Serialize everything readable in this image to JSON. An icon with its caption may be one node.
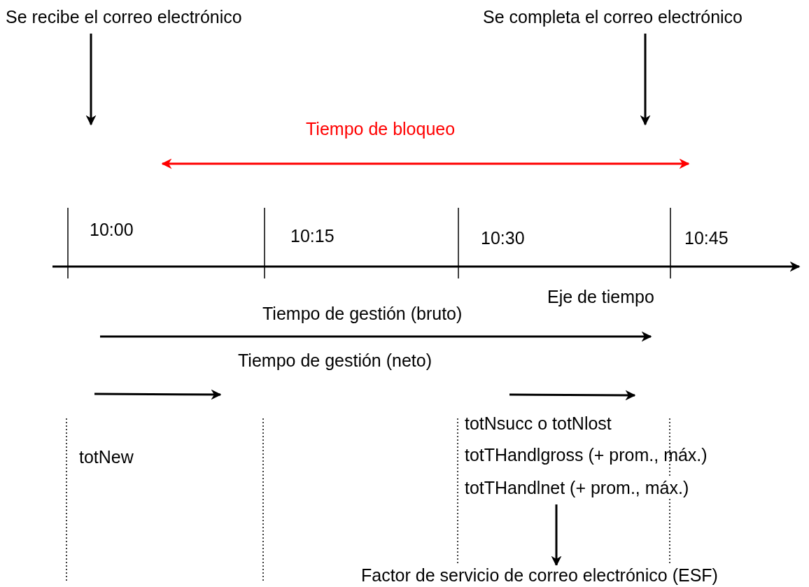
{
  "diagram": {
    "nodes": [
      {
        "text": [
          "Se recibe el correo electrónico"
        ]
      },
      {
        "text": [
          "Se completa el correo electrónico"
        ]
      },
      {
        "text": [
          "totTHandlnet (+ prom., máx.)"
        ]
      },
      {
        "text": [
          "Factor de servicio de correo electrónico (ESF)"
        ]
      }
    ],
    "edges": [
      {
        "from": 0,
        "to": null,
        "arrow": "to"
      },
      {
        "from": 1,
        "to": null,
        "arrow": "to"
      },
      {
        "from": 2,
        "to": 3,
        "arrow": "to"
      }
    ],
    "labels": [
      "Tiempo de bloqueo",
      "10:00",
      "10:15",
      "10:30",
      "10:45",
      "Eje de tiempo",
      "Tiempo de gestión (bruto)",
      "Tiempo de gestión (neto)",
      "totNew",
      "totNsucc o totNlost",
      "totTHandlgross (+ prom., máx.)"
    ]
  }
}
